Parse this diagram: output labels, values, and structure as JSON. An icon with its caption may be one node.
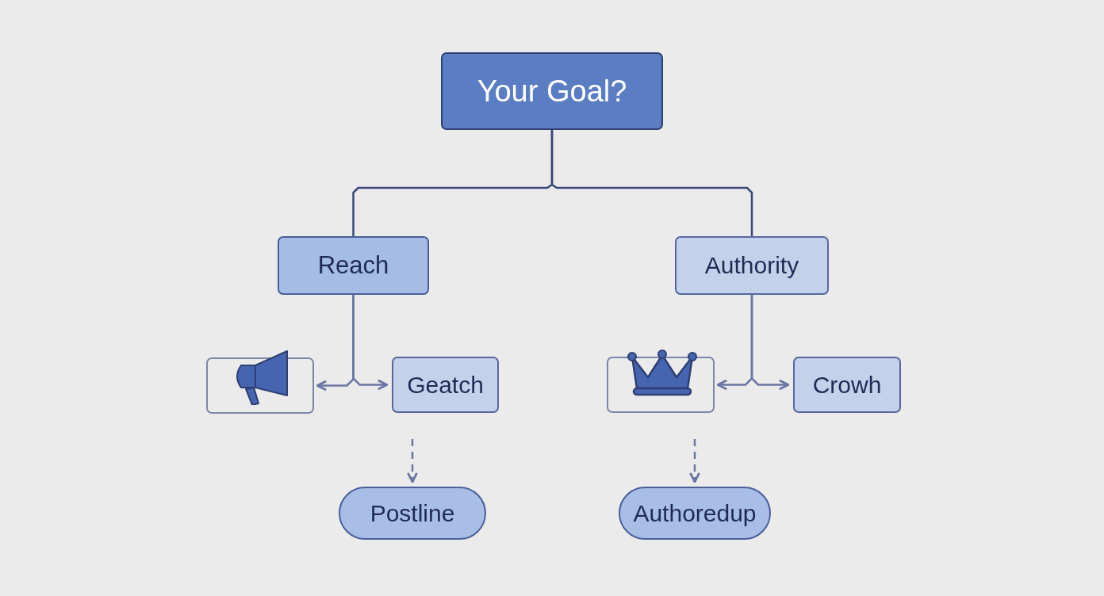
{
  "diagram": {
    "nodes": [
      {
        "text": [
          "Your Goal?"
        ]
      },
      {
        "text": [
          "Reach"
        ]
      },
      {
        "text": [
          "Authority"
        ]
      },
      {
        "text": [],
        "shape": "box"
      },
      {
        "text": [
          "Geatch"
        ]
      },
      {
        "text": [
          "Postline"
        ]
      },
      {
        "text": [],
        "shape": "box"
      },
      {
        "text": [
          "Crowh"
        ]
      },
      {
        "text": [
          "Authoredup"
        ]
      }
    ],
    "edges": [
      {
        "from": 0,
        "to": 1,
        "arrow": "none"
      },
      {
        "from": 0,
        "to": 2,
        "arrow": "none"
      },
      {
        "from": 1,
        "to": 3,
        "arrow": "to"
      },
      {
        "from": 1,
        "to": 4,
        "arrow": "to"
      },
      {
        "from": 2,
        "to": 6,
        "arrow": "to"
      },
      {
        "from": 2,
        "to": 7,
        "arrow": "to"
      },
      {
        "from": null,
        "to": 5,
        "arrow": "to",
        "style": "dashed"
      },
      {
        "from": null,
        "to": 8,
        "arrow": "to",
        "style": "dashed"
      }
    ]
  }
}
